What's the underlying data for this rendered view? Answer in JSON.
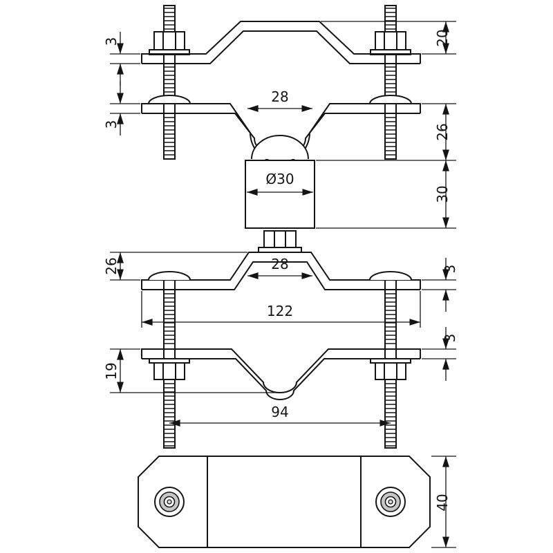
{
  "dimensions": {
    "top_strap_thickness": "3",
    "top_bracket_height": "20",
    "saddle_strap_thickness": "3",
    "saddle_opening_width": "28",
    "saddle_depth": "26",
    "rod_diameter": "Ø30",
    "rod_segment_length": "30",
    "lower_bracket_height": "26",
    "lower_plateau_width": "28",
    "lower_wing_thickness": "3",
    "overall_clamp_width": "122",
    "lower_plate_thickness": "3",
    "lower_channel_depth": "19",
    "bolt_center_spacing": "94",
    "base_plate_width": "40"
  }
}
